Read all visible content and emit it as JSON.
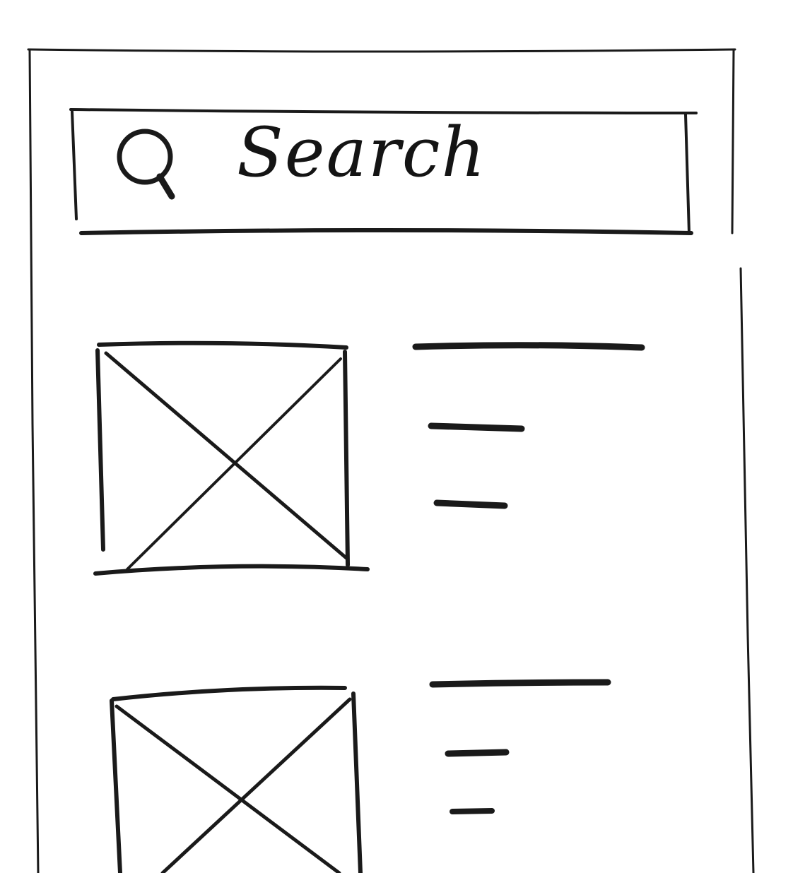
{
  "search": {
    "placeholder": "Search",
    "icon": "search-icon"
  },
  "results": [
    {
      "thumbnail": "image-placeholder",
      "lines": 3
    },
    {
      "thumbnail": "image-placeholder",
      "lines": 3
    }
  ]
}
